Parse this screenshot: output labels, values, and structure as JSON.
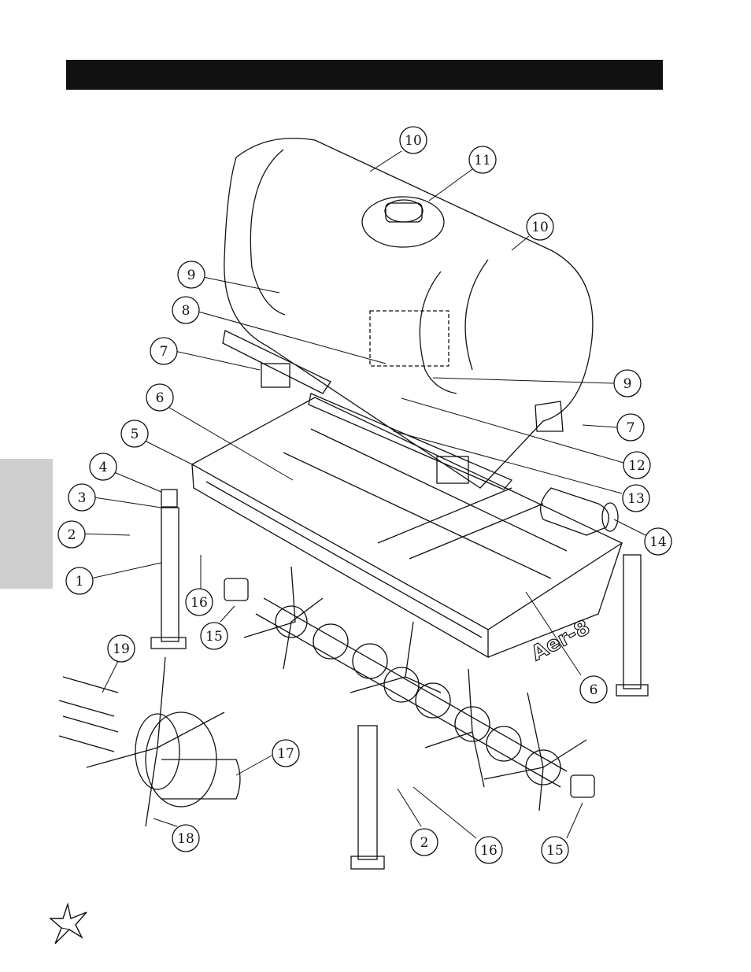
{
  "header": {
    "title": ""
  },
  "decal_text": "Aer-8",
  "callouts": [
    {
      "id": "c10a",
      "label": "10"
    },
    {
      "id": "c11",
      "label": "11"
    },
    {
      "id": "c10b",
      "label": "10"
    },
    {
      "id": "c9a",
      "label": "9"
    },
    {
      "id": "c8",
      "label": "8"
    },
    {
      "id": "c7a",
      "label": "7"
    },
    {
      "id": "c9b",
      "label": "9"
    },
    {
      "id": "c7b",
      "label": "7"
    },
    {
      "id": "c6a",
      "label": "6"
    },
    {
      "id": "c5",
      "label": "5"
    },
    {
      "id": "c4",
      "label": "4"
    },
    {
      "id": "c3",
      "label": "3"
    },
    {
      "id": "c2a",
      "label": "2"
    },
    {
      "id": "c1",
      "label": "1"
    },
    {
      "id": "c12",
      "label": "12"
    },
    {
      "id": "c13",
      "label": "13"
    },
    {
      "id": "c14",
      "label": "14"
    },
    {
      "id": "c16a",
      "label": "16"
    },
    {
      "id": "c15a",
      "label": "15"
    },
    {
      "id": "c6b",
      "label": "6"
    },
    {
      "id": "c19",
      "label": "19"
    },
    {
      "id": "c17",
      "label": "17"
    },
    {
      "id": "c18",
      "label": "18"
    },
    {
      "id": "c2b",
      "label": "2"
    },
    {
      "id": "c16b",
      "label": "16"
    },
    {
      "id": "c15b",
      "label": "15"
    }
  ],
  "colors": {
    "ink": "#111111",
    "header": "#111111",
    "tab": "#cfcfcf"
  }
}
